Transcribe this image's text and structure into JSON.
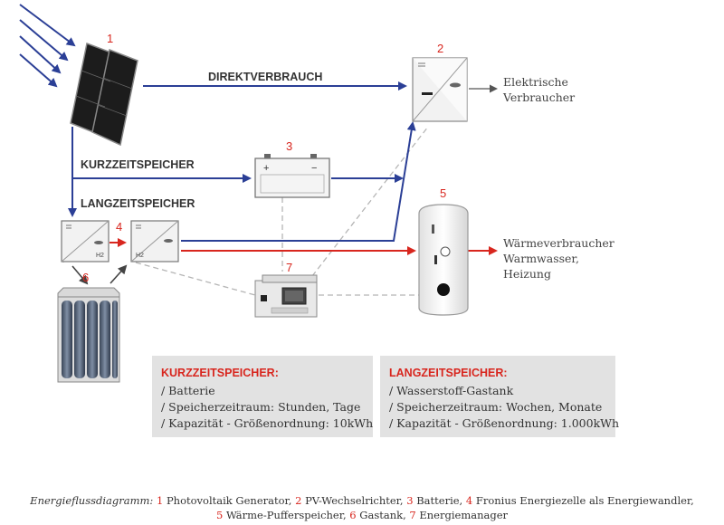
{
  "labels": {
    "n1": "1",
    "n2": "2",
    "n3": "3",
    "n4": "4",
    "n5": "5",
    "n6": "6",
    "n7": "7",
    "h2_a": "H2",
    "h2_b": "H2"
  },
  "flows": {
    "direkt": "DIREKTVERBRAUCH",
    "kurz": "KURZZEITSPEICHER",
    "lang": "LANGZEITSPEICHER"
  },
  "destinations": {
    "elektrisch": [
      "Elektrische",
      "Verbraucher"
    ],
    "waerme": [
      "Wärmeverbraucher",
      "Warmwasser,",
      "Heizung"
    ]
  },
  "info_boxes": {
    "kurz": {
      "title": "KURZZEITSPEICHER:",
      "lines": [
        "/ Batterie",
        "/ Speicherzeitraum: Stunden, Tage",
        "/ Kapazität - Größenordnung: 10kWh"
      ]
    },
    "lang": {
      "title": "LANGZEITSPEICHER:",
      "lines": [
        "/ Wasserstoff-Gastank",
        "/ Speicherzeitraum: Wochen, Monate",
        "/ Kapazität - Größenordnung: 1.000kWh"
      ]
    }
  },
  "caption": {
    "lead": "Energieflussdiagramm:",
    "items": [
      {
        "num": "1",
        "text": "Photovoltaik Generator,"
      },
      {
        "num": "2",
        "text": "PV-Wechselrichter,"
      },
      {
        "num": "3",
        "text": "Batterie,"
      },
      {
        "num": "4",
        "text": "Fronius Energiezelle als Energiewandler,"
      },
      {
        "num": "5",
        "text": "Wärme-Pufferspeicher,"
      },
      {
        "num": "6",
        "text": "Gastank,"
      },
      {
        "num": "7",
        "text": "Energiemanager"
      }
    ]
  },
  "colors": {
    "blue": "#2b3f96",
    "red": "#d8261e",
    "dash": "#b5b5b5",
    "box_bg": "#e2e2e2"
  }
}
